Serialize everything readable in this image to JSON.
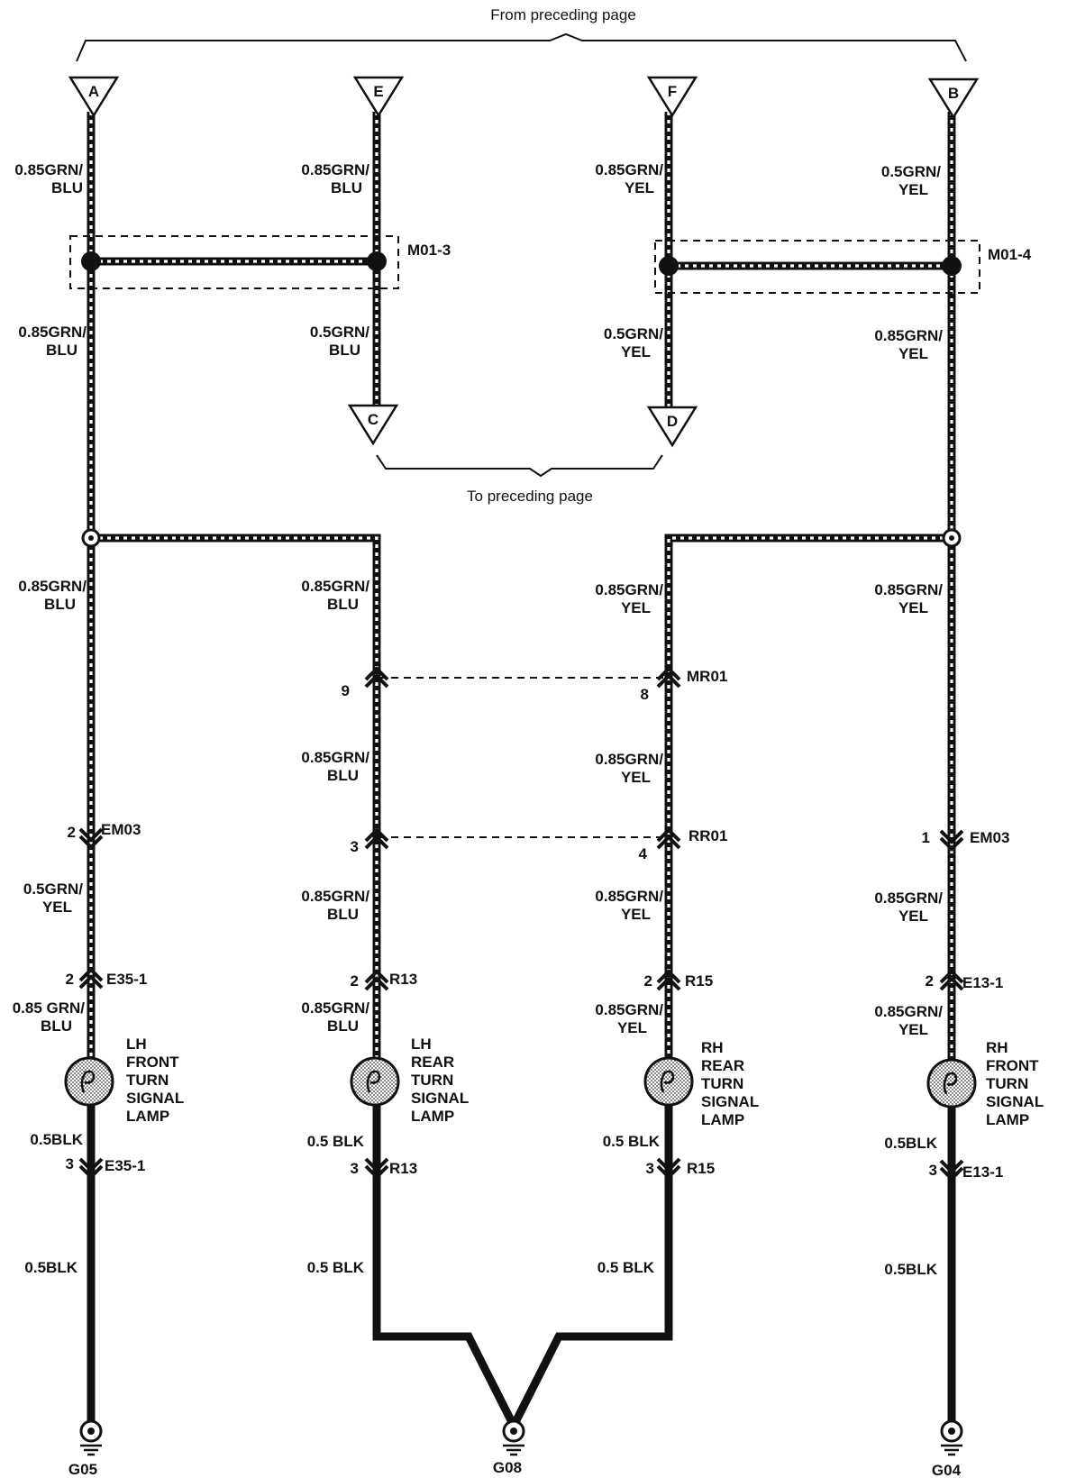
{
  "nav": {
    "from_preceding": "From preceding page",
    "to_preceding": "To preceding page"
  },
  "terminals": {
    "a": "A",
    "e": "E",
    "f": "F",
    "b": "B",
    "c": "C",
    "d": "D"
  },
  "splices": {
    "left": "M01-3",
    "right": "M01-4"
  },
  "wires": {
    "a_top": [
      "0.85GRN/",
      "BLU"
    ],
    "e_top": [
      "0.85GRN/",
      "BLU"
    ],
    "f_top": [
      "0.85GRN/",
      "YEL"
    ],
    "b_top": [
      "0.5GRN/",
      "YEL"
    ],
    "a_mid": [
      "0.85GRN/",
      "BLU"
    ],
    "c_mid": [
      "0.5GRN/",
      "BLU"
    ],
    "d_mid": [
      "0.5GRN/",
      "YEL"
    ],
    "b_mid": [
      "0.85GRN/",
      "YEL"
    ],
    "c1_top": [
      "0.85GRN/",
      "BLU"
    ],
    "c2_top": [
      "0.85GRN/",
      "BLU"
    ],
    "c3_top": [
      "0.85GRN/",
      "YEL"
    ],
    "c4_top": [
      "0.85GRN/",
      "YEL"
    ],
    "c2_mr": [
      "0.85GRN/",
      "BLU"
    ],
    "c3_mr": [
      "0.85GRN/",
      "YEL"
    ],
    "c1_em": [
      "0.5GRN/",
      "YEL"
    ],
    "c2_rr": [
      "0.85GRN/",
      "BLU"
    ],
    "c3_rr": [
      "0.85GRN/",
      "YEL"
    ],
    "c4_em": [
      "0.85GRN/",
      "YEL"
    ],
    "c1_lamp": [
      "0.85 GRN/",
      "BLU"
    ],
    "c2_lamp": [
      "0.85GRN/",
      "BLU"
    ],
    "c3_lamp": [
      "0.85GRN/",
      "YEL"
    ],
    "c4_lamp": [
      "0.85GRN/",
      "YEL"
    ],
    "c1_blk1": "0.5BLK",
    "c2_blk1": "0.5 BLK",
    "c3_blk1": "0.5 BLK",
    "c4_blk1": "0.5BLK",
    "c1_blk2": "0.5BLK",
    "c2_blk2": "0.5 BLK",
    "c3_blk2": "0.5 BLK",
    "c4_blk2": "0.5BLK"
  },
  "connectors": {
    "mr01": {
      "name": "MR01",
      "pin_left": "9",
      "pin_right": "8"
    },
    "rr01": {
      "name": "RR01",
      "pin_left": "3",
      "pin_right": "4"
    },
    "em03_left": {
      "name": "EM03",
      "pin": "2"
    },
    "em03_right": {
      "name": "EM03",
      "pin": "1"
    },
    "e35_1_top": {
      "name": "E35-1",
      "pin": "2"
    },
    "r13_top": {
      "name": "R13",
      "pin": "2"
    },
    "r15_top": {
      "name": "R15",
      "pin": "2"
    },
    "e13_1_top": {
      "name": "E13-1",
      "pin": "2"
    },
    "e35_1_bot": {
      "name": "E35-1",
      "pin": "3"
    },
    "r13_bot": {
      "name": "R13",
      "pin": "3"
    },
    "r15_bot": {
      "name": "R15",
      "pin": "3"
    },
    "e13_1_bot": {
      "name": "E13-1",
      "pin": "3"
    }
  },
  "lamps": {
    "lh_front": [
      "LH",
      "FRONT",
      "TURN",
      "SIGNAL",
      "LAMP"
    ],
    "lh_rear": [
      "LH",
      "REAR",
      "TURN",
      "SIGNAL",
      "LAMP"
    ],
    "rh_rear": [
      "RH",
      "REAR",
      "TURN",
      "SIGNAL",
      "LAMP"
    ],
    "rh_front": [
      "RH",
      "FRONT",
      "TURN",
      "SIGNAL",
      "LAMP"
    ]
  },
  "grounds": {
    "left": "G05",
    "center": "G08",
    "right": "G04"
  }
}
